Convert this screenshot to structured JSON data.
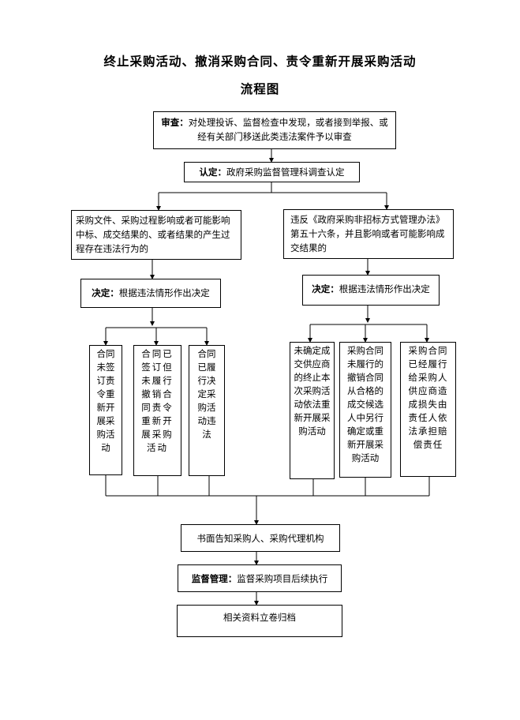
{
  "title": {
    "line1": "终止采购活动、撤消采购合同、责令重新开展采购活动",
    "line2": "流程图"
  },
  "review": {
    "label": "审查：",
    "text1": "对处理投诉、监督检查中发现，或者接到举报、或",
    "text2": "经有关部门移送此类违法案件予以审查"
  },
  "determination": {
    "label": "认定：",
    "text": "政府采购监督管理科调查认定"
  },
  "left_case": {
    "text": "采购文件、采购过程影响或者可能影响中标、成交结果的、或者结果的产生过程存在违法行为的"
  },
  "right_case": {
    "text": "违反《政府采购非招标方式管理办法》第五十六条，并且影响或者可能影响成交结果的"
  },
  "left_decision": {
    "label": "决定：",
    "text": "根据违法情形作出决定"
  },
  "right_decision": {
    "label": "决定：",
    "text": "根据违法情形作出决定"
  },
  "outcomes_left": [
    {
      "text": "合同未签订责令重新开展采购活动"
    },
    {
      "text": "合同已签订但未履行撤销合同责令重新开展采购活动"
    },
    {
      "text": "合同已履行决定采购活动违法"
    }
  ],
  "outcomes_right": [
    {
      "text": "未确定成交供应商的终止本次采购活动依法重新开展采购活动"
    },
    {
      "text": "采购合同未履行的撤销合同从合格的成交候选人中另行确定或重新开展采购活动"
    },
    {
      "text": "采购合同已经履行给采购人供应商造成损失由责任人依法承担赔偿责任"
    }
  ],
  "notify": {
    "text": "书面告知采购人、采购代理机构"
  },
  "supervise": {
    "label": "监督管理：",
    "text": "监督采购项目后续执行"
  },
  "archive": {
    "text": "相关资料立卷归档"
  }
}
